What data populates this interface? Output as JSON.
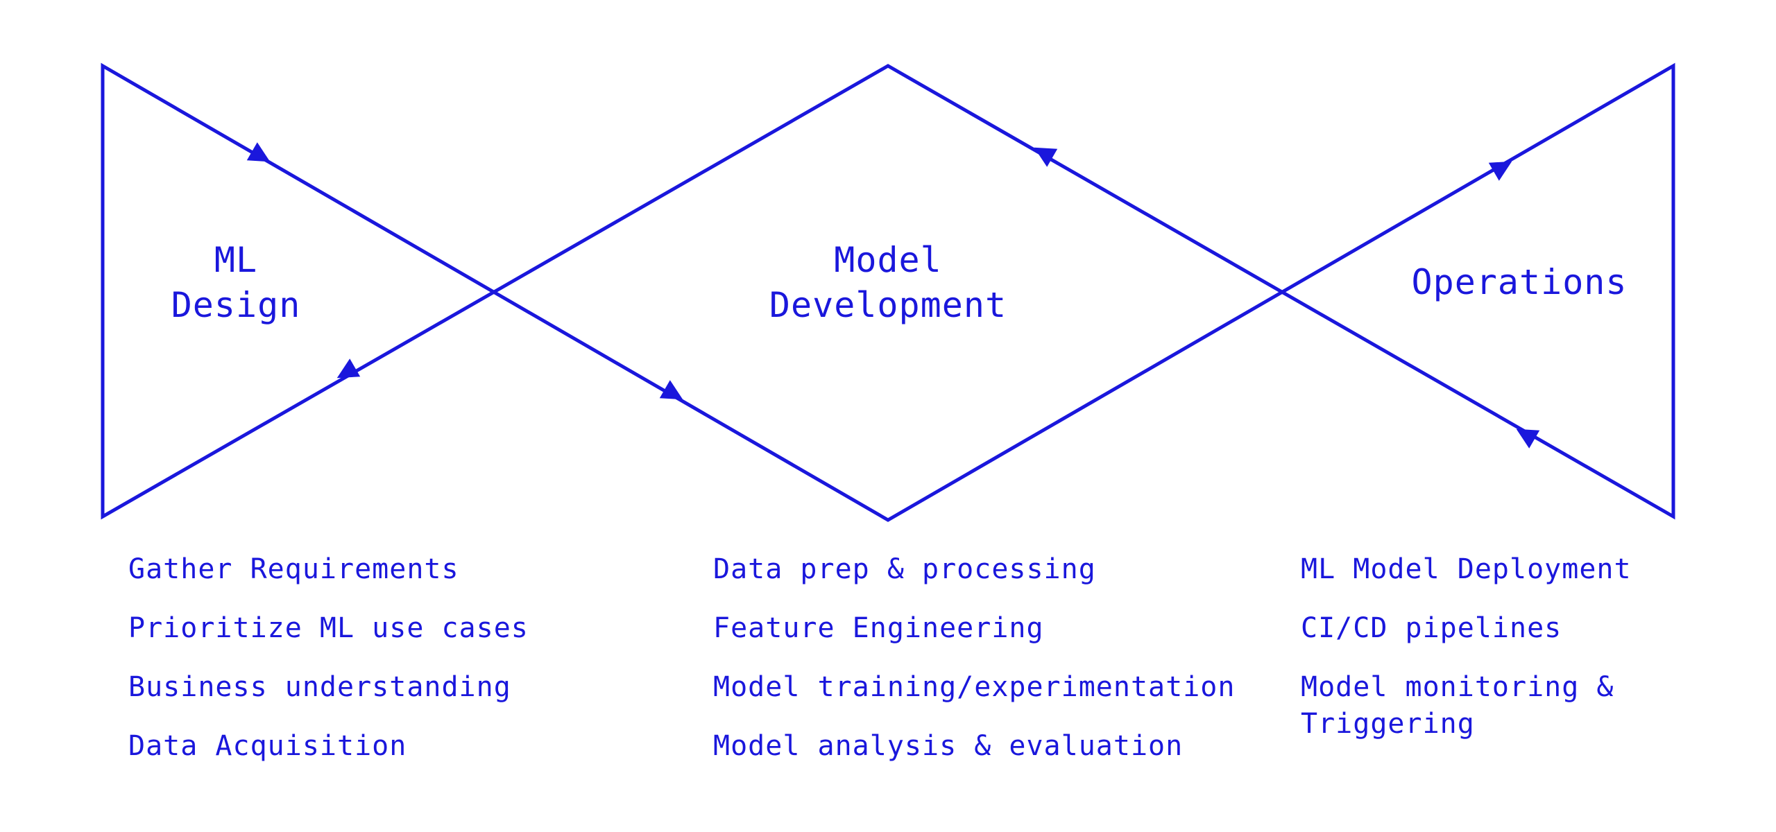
{
  "colors": {
    "accent": "#1a17dc",
    "background": "#ffffff"
  },
  "phases": [
    {
      "id": "ml-design",
      "title_lines": [
        "ML",
        "Design"
      ],
      "tasks": [
        "Gather Requirements",
        "Prioritize ML use cases",
        "Business understanding",
        "Data Acquisition"
      ]
    },
    {
      "id": "model-development",
      "title_lines": [
        "Model",
        "Development"
      ],
      "tasks": [
        "Data prep & processing",
        "Feature Engineering",
        "Model training/experimentation",
        "Model analysis & evaluation"
      ]
    },
    {
      "id": "operations",
      "title_lines": [
        "Operations"
      ],
      "tasks": [
        "ML Model Deployment",
        "CI/CD pipelines",
        "Model monitoring &\nTriggering"
      ]
    }
  ],
  "flow_arrows": [
    {
      "name": "arrow-design-to-development",
      "direction": "down-right"
    },
    {
      "name": "arrow-development-lower",
      "direction": "down-right"
    },
    {
      "name": "arrow-development-upper",
      "direction": "up-left"
    },
    {
      "name": "arrow-design-lower",
      "direction": "down-left"
    },
    {
      "name": "arrow-operations-upper",
      "direction": "up-right"
    },
    {
      "name": "arrow-operations-lower",
      "direction": "up-left"
    }
  ]
}
